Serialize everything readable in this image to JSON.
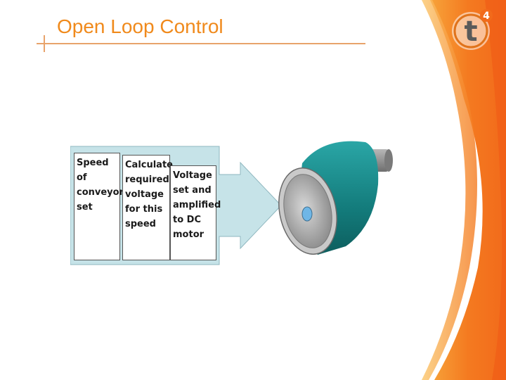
{
  "slide": {
    "title": "Open Loop Control"
  },
  "diagram": {
    "steps": [
      {
        "text": "Speed of\nconveyor\nset"
      },
      {
        "text": "Calculate\nrequired\nvoltage\nfor this\nspeed"
      },
      {
        "text": "Voltage\nset and\namplified\nto DC\nmotor"
      }
    ],
    "output_device": "dc-motor-illustration"
  },
  "logo": {
    "letter": "t",
    "superscript": "4"
  },
  "colors": {
    "title": "#f08a1c",
    "accent_orange": "#f26a1b",
    "arrow_fill": "#c6e3e8",
    "motor_teal": "#1a8a8a"
  }
}
